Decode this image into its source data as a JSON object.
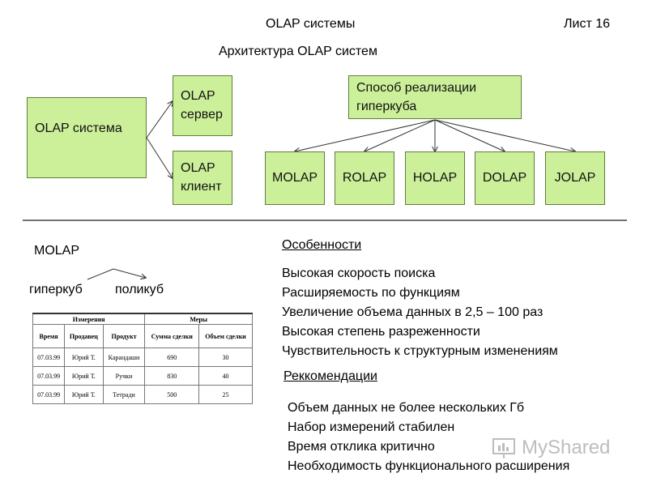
{
  "header": {
    "title": "OLAP системы",
    "sheet": "Лист 16",
    "subtitle": "Архитектура OLAP систем"
  },
  "diagram": {
    "system": "OLAP система",
    "server": "OLAP сервер",
    "client": "OLAP клиент",
    "method": "Способ реализации гиперкуба",
    "types": [
      "MOLAP",
      "ROLAP",
      "HOLAP",
      "DOLAP",
      "JOLAP"
    ]
  },
  "molap": {
    "title": "MOLAP",
    "hypercube": "гиперкуб",
    "polycube": "поликуб"
  },
  "table": {
    "group_dimensions": "Измерения",
    "group_measures": "Меры",
    "columns": [
      "Время",
      "Продавец",
      "Продукт",
      "Сумма сделки",
      "Объем сделки"
    ],
    "rows": [
      [
        "07.03.99",
        "Юрий Т.",
        "Карандаши",
        "690",
        "30"
      ],
      [
        "07.03.99",
        "Юрий Т.",
        "Ручки",
        "830",
        "40"
      ],
      [
        "07.03.99",
        "Юрий Т.",
        "Тетради",
        "500",
        "25"
      ]
    ]
  },
  "features": {
    "title": "Особенности",
    "items": [
      "Высокая скорость поиска",
      "Расширяемость по функциям",
      "Увеличение объема данных в 2,5 – 100 раз",
      "Высокая степень разреженности",
      "Чувствительность к структурным изменениям"
    ]
  },
  "recommendations": {
    "title": "Реккомендации",
    "items": [
      "Объем данных не более нескольких Гб",
      "Набор измерений стабилен",
      "Время отклика критично",
      "Необходимость функционального расширения"
    ]
  },
  "watermark": "MyShared",
  "colors": {
    "box_fill": "#ccf09a",
    "box_border": "#5f7f3a"
  }
}
